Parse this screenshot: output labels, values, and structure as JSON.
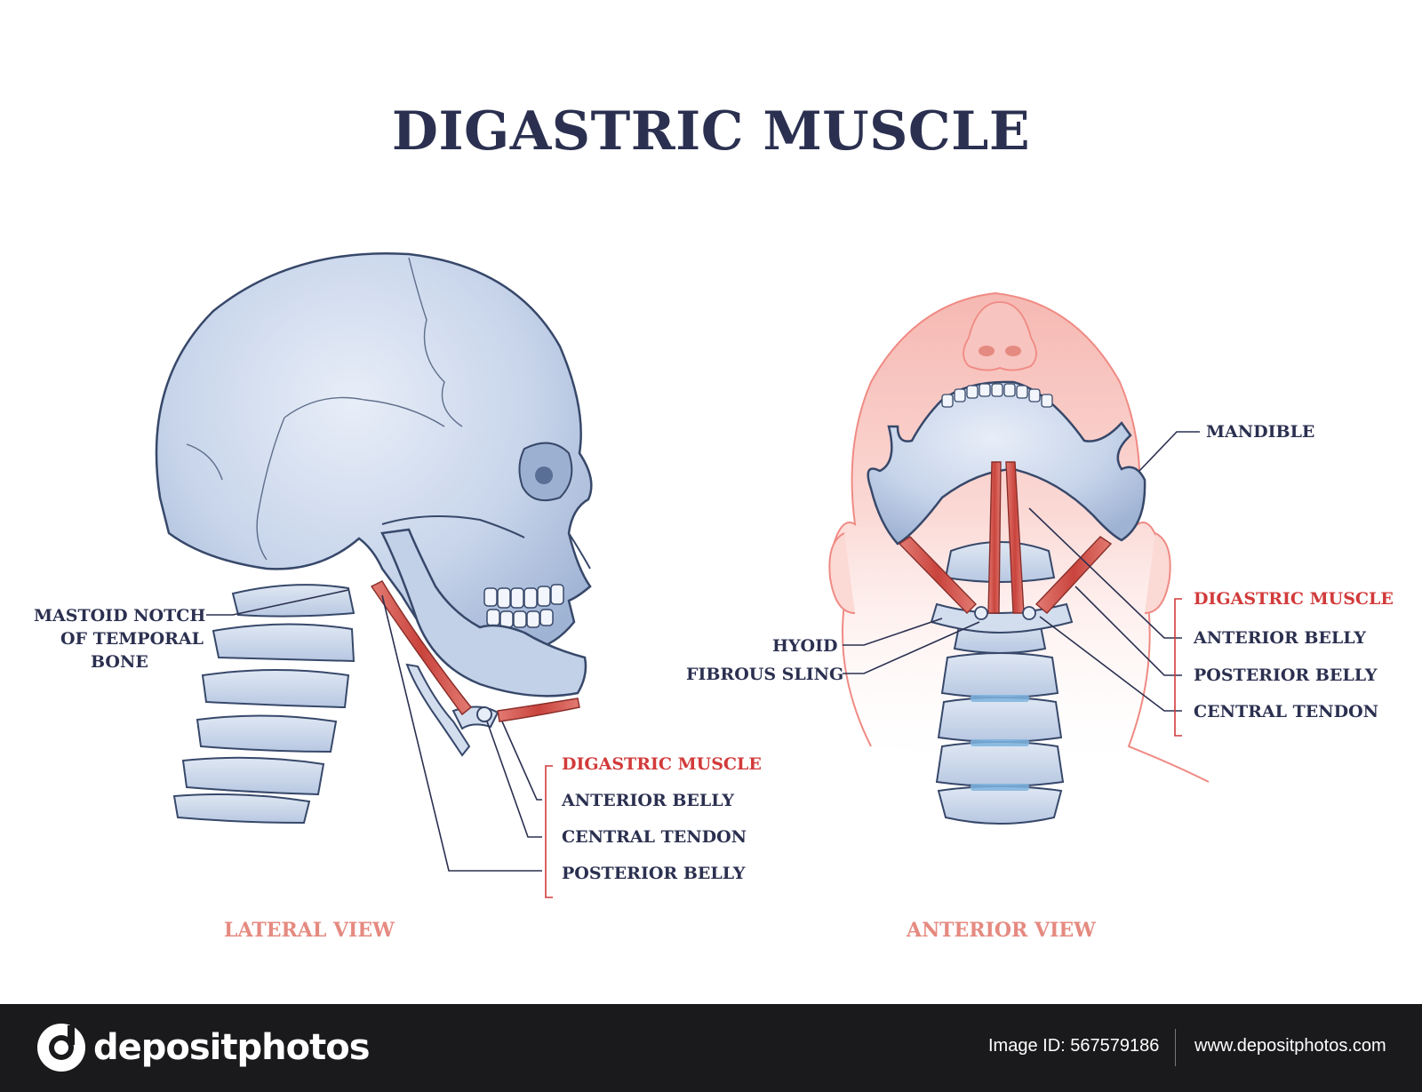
{
  "title": "DIGASTRIC MUSCLE",
  "lateral": {
    "view_label": "LATERAL VIEW",
    "mastoid": [
      "MASTOID NOTCH",
      "OF TEMPORAL",
      "BONE"
    ],
    "group_title": "DIGASTRIC MUSCLE",
    "items": [
      "ANTERIOR BELLY",
      "CENTRAL TENDON",
      "POSTERIOR BELLY"
    ]
  },
  "anterior": {
    "view_label": "ANTERIOR VIEW",
    "mandible": "MANDIBLE",
    "hyoid": "HYOID",
    "fibrous_sling": "FIBROUS SLING",
    "group_title": "DIGASTRIC MUSCLE",
    "items": [
      "ANTERIOR BELLY",
      "POSTERIOR BELLY",
      "CENTRAL TENDON"
    ]
  },
  "footer": {
    "brand": "depositphotos",
    "image_id": "Image ID: 567579186",
    "site": "www.depositphotos.com"
  },
  "colors": {
    "navy": "#2b3050",
    "red": "#d23a3a",
    "view_label": "#e58a80",
    "bone": "#c9d6ea",
    "bone_outline": "#37486a",
    "muscle": "#d9544d",
    "skin": "#f08a84"
  }
}
